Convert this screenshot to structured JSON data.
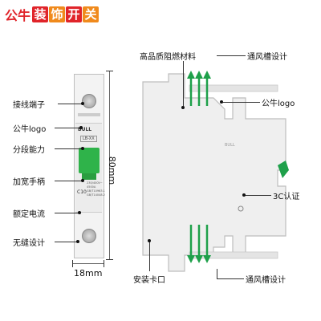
{
  "brand": {
    "prefix": "公牛",
    "tiles": [
      {
        "text": "装",
        "color": "#e0242a"
      },
      {
        "text": "饰",
        "color": "#f08a1c"
      },
      {
        "text": "开",
        "color": "#e0242a"
      },
      {
        "text": "关",
        "color": "#f08a1c"
      }
    ]
  },
  "left_labels": [
    "接线端子",
    "公牛logo",
    "分段能力",
    "加宽手柄",
    "额定电流",
    "无缝设计"
  ],
  "right_labels": {
    "material": "高品质阻燃材料",
    "vent_top": "通风槽设计",
    "logo": "公牛logo",
    "cert": "3C认证",
    "mount": "安装卡口",
    "vent_bottom": "通风槽设计"
  },
  "dimensions": {
    "width": "18mm",
    "height": "80mm"
  },
  "device": {
    "logo": "BULL",
    "model": "LB-XX",
    "rating": "C10",
    "specs": [
      "230/400V~",
      "4500A",
      "GB/T10963.1",
      "GB/T14048.2"
    ]
  }
}
